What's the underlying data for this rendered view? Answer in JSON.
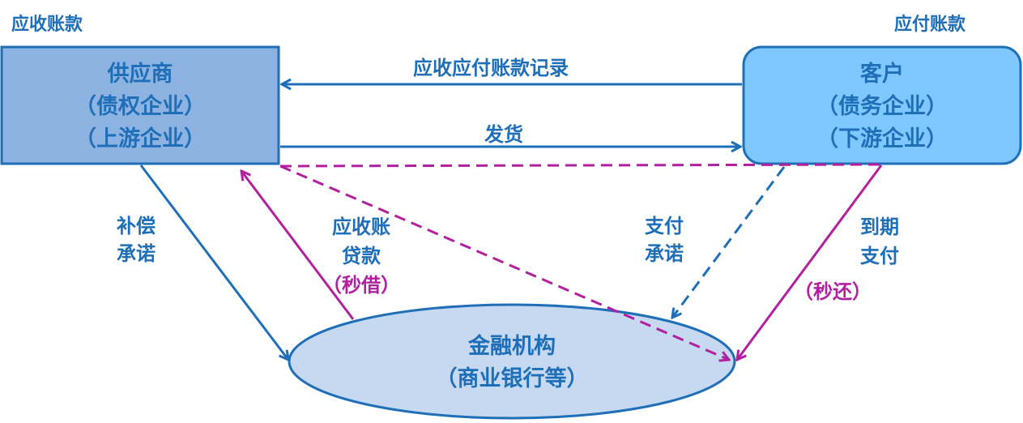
{
  "corner_labels": {
    "receivable": "应收账款",
    "payable": "应付账款"
  },
  "nodes": {
    "supplier": {
      "line1": "供应商",
      "line2": "（债权企业）",
      "line3": "（上游企业）"
    },
    "customer": {
      "line1": "客户",
      "line2": "（债务企业）",
      "line3": "（下游企业）"
    },
    "bank": {
      "line1": "金融机构",
      "line2": "（商业银行等）"
    }
  },
  "edges": {
    "record": "应收应付账款记录",
    "ship": "发货",
    "compensation": {
      "line1": "补偿",
      "line2": "承诺"
    },
    "loan": {
      "line1": "应收账",
      "line2": "贷款",
      "line3": "（秒借）"
    },
    "pay_promise": {
      "line1": "支付",
      "line2": "承诺"
    },
    "due_pay": {
      "line1": "到期",
      "line2": "支付",
      "line3": "（秒还）"
    }
  },
  "colors": {
    "blue": "#1f6fb8",
    "magenta": "#b0209f",
    "supplier_fill": "#8db3e2",
    "customer_fill": "#7ec8ff",
    "bank_fill": "#c6d9f1"
  }
}
